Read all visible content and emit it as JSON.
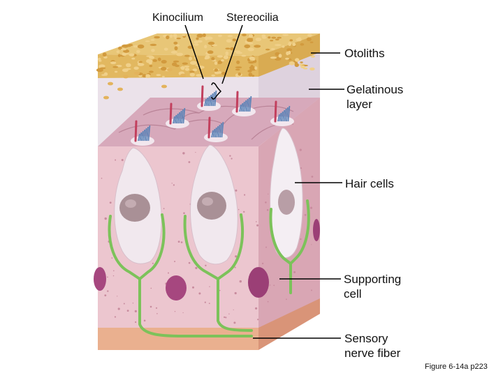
{
  "labels": {
    "kinocilium": "Kinocilium",
    "stereocilia": "Stereocilia",
    "otoliths": "Otoliths",
    "gelatinous_1": "Gelatinous",
    "gelatinous_2": "layer",
    "hair_cells": "Hair cells",
    "supporting_1": "Supporting",
    "supporting_2": "cell",
    "nerve_1": "Sensory",
    "nerve_2": "nerve fiber"
  },
  "caption": "Figure 6-14a p223",
  "colors": {
    "otolith": "#e2b860",
    "gelatinous": "#e6dce6",
    "tissue_front": "#ecc6cf",
    "tissue_side": "#d9a6b4",
    "tissue_top": "#d7a9bb",
    "hair_cell": "#f1e8ee",
    "nucleus": "#a99096",
    "nerve": "#7cc25a",
    "supporting_nucleus": "#a6477f",
    "kinocilium": "#c2405e",
    "stereocilia": "#5b83b7",
    "basement": "#eab08f",
    "leader": "#000000"
  }
}
